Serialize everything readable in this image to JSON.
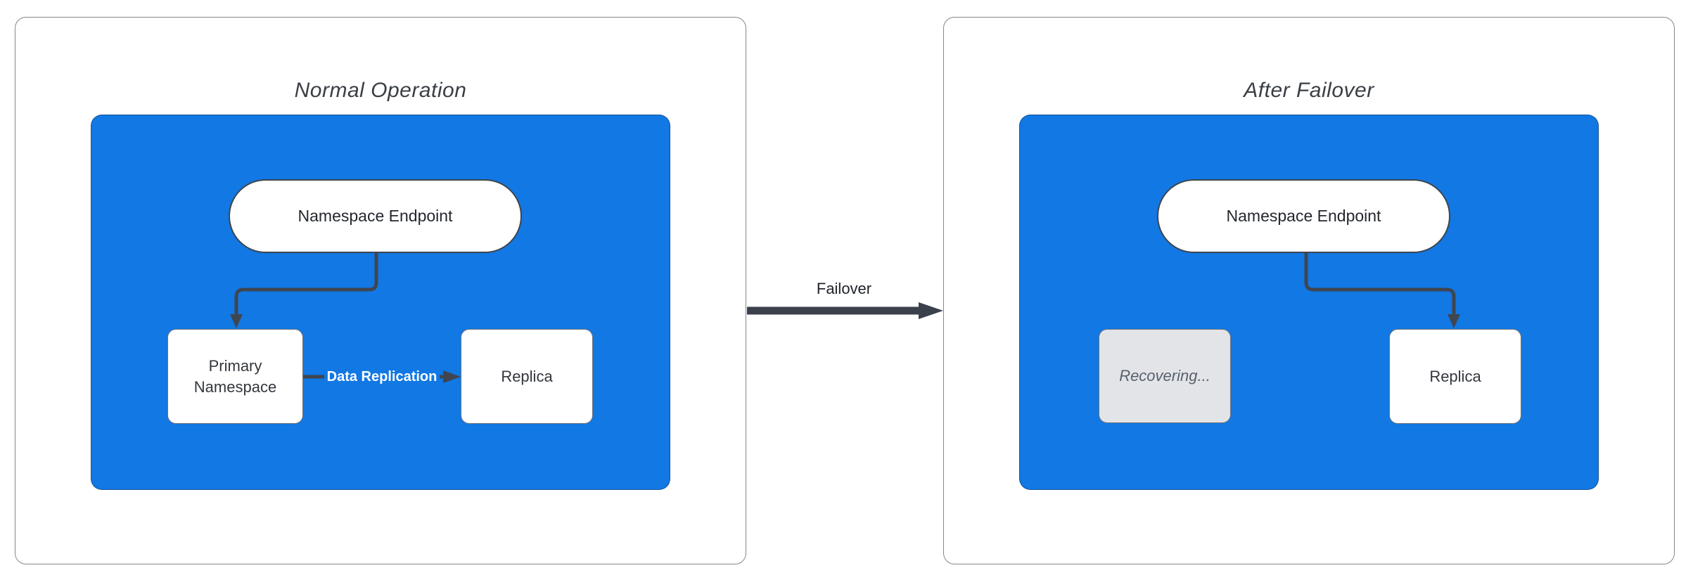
{
  "diagram": {
    "panels": [
      {
        "title": "Normal Operation",
        "endpoint_label": "Namespace Endpoint",
        "primary_label": "Primary Namespace",
        "replica_label": "Replica",
        "replication_edge_label": "Data Replication"
      },
      {
        "title": "After Failover",
        "endpoint_label": "Namespace Endpoint",
        "recovering_label": "Recovering...",
        "replica_label": "Replica"
      }
    ],
    "failover_edge_label": "Failover",
    "colors": {
      "container_blue": "#1178e4",
      "connector_dark": "#3f4650",
      "recovering_fill": "#e2e4e8",
      "recovering_text": "#5a616b",
      "panel_border": "#85878b",
      "title_text": "#3a3f45",
      "replication_label_text": "#ffffff"
    }
  }
}
